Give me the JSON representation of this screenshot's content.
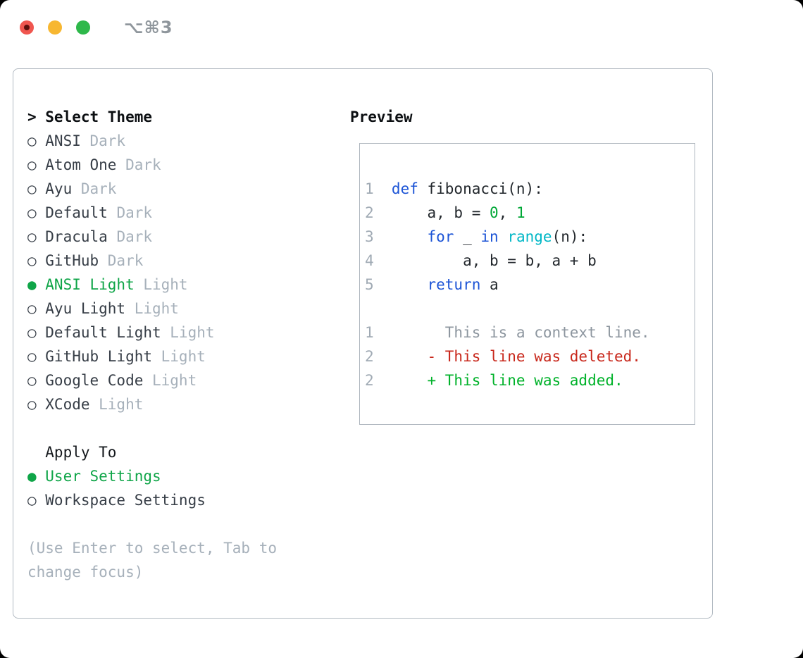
{
  "window": {
    "title": "⌥⌘3",
    "controls": [
      "close",
      "minimize",
      "zoom"
    ],
    "unsaved_indicator": true
  },
  "theme_panel": {
    "focus_marker": ">",
    "heading": "Select Theme",
    "items": [
      {
        "name": "ANSI",
        "variant": "Dark",
        "selected": false
      },
      {
        "name": "Atom One",
        "variant": "Dark",
        "selected": false
      },
      {
        "name": "Ayu",
        "variant": "Dark",
        "selected": false
      },
      {
        "name": "Default",
        "variant": "Dark",
        "selected": false
      },
      {
        "name": "Dracula",
        "variant": "Dark",
        "selected": false
      },
      {
        "name": "GitHub",
        "variant": "Dark",
        "selected": false
      },
      {
        "name": "ANSI Light",
        "variant": "Light",
        "selected": true
      },
      {
        "name": "Ayu Light",
        "variant": "Light",
        "selected": false
      },
      {
        "name": "Default Light",
        "variant": "Light",
        "selected": false
      },
      {
        "name": "GitHub Light",
        "variant": "Light",
        "selected": false
      },
      {
        "name": "Google Code",
        "variant": "Light",
        "selected": false
      },
      {
        "name": "XCode",
        "variant": "Light",
        "selected": false
      }
    ]
  },
  "apply_to": {
    "heading": "Apply To",
    "options": [
      {
        "label": "User Settings",
        "selected": true
      },
      {
        "label": "Workspace Settings",
        "selected": false
      }
    ]
  },
  "hint": {
    "line1": "(Use Enter to select, Tab to",
    "line2": "change focus)"
  },
  "preview": {
    "heading": "Preview",
    "code_lines": [
      {
        "num": "1",
        "tokens": [
          {
            "text": "def",
            "type": "keyword"
          },
          {
            "text": " fibonacci(n):",
            "type": "plain"
          }
        ]
      },
      {
        "num": "2",
        "tokens": [
          {
            "text": "    a, b = ",
            "type": "plain"
          },
          {
            "text": "0",
            "type": "number"
          },
          {
            "text": ", ",
            "type": "plain"
          },
          {
            "text": "1",
            "type": "number"
          }
        ]
      },
      {
        "num": "3",
        "tokens": [
          {
            "text": "    ",
            "type": "plain"
          },
          {
            "text": "for",
            "type": "keyword"
          },
          {
            "text": " _ ",
            "type": "plain"
          },
          {
            "text": "in",
            "type": "keyword"
          },
          {
            "text": " ",
            "type": "plain"
          },
          {
            "text": "range",
            "type": "builtin"
          },
          {
            "text": "(n):",
            "type": "plain"
          }
        ]
      },
      {
        "num": "4",
        "tokens": [
          {
            "text": "        a, b = b, a + b",
            "type": "plain"
          }
        ]
      },
      {
        "num": "5",
        "tokens": [
          {
            "text": "    ",
            "type": "plain"
          },
          {
            "text": "return",
            "type": "keyword"
          },
          {
            "text": " a",
            "type": "plain"
          }
        ]
      }
    ],
    "diff_lines": [
      {
        "num": "1",
        "text": "      This is a context line.",
        "type": "context"
      },
      {
        "num": "2",
        "text": "    - This line was deleted.",
        "type": "deleted"
      },
      {
        "num": "2",
        "text": "    + This line was added.",
        "type": "added"
      }
    ]
  },
  "colors": {
    "selection_green": "#0fa548",
    "keyword_blue": "#1c54d6",
    "builtin_cyan": "#00b7c6",
    "number_green": "#00a736",
    "diff_added_green": "#00b22a",
    "diff_deleted_red": "#c8271b",
    "context_gray": "#8d969f",
    "muted_gray": "#a6b0ba",
    "text_dark": "#363d46",
    "border_gray": "#b2bac2",
    "traffic_red": "#f0564f",
    "traffic_yellow": "#f7b731",
    "traffic_green": "#2eb84a",
    "titlebar_text": "#8f969c"
  }
}
